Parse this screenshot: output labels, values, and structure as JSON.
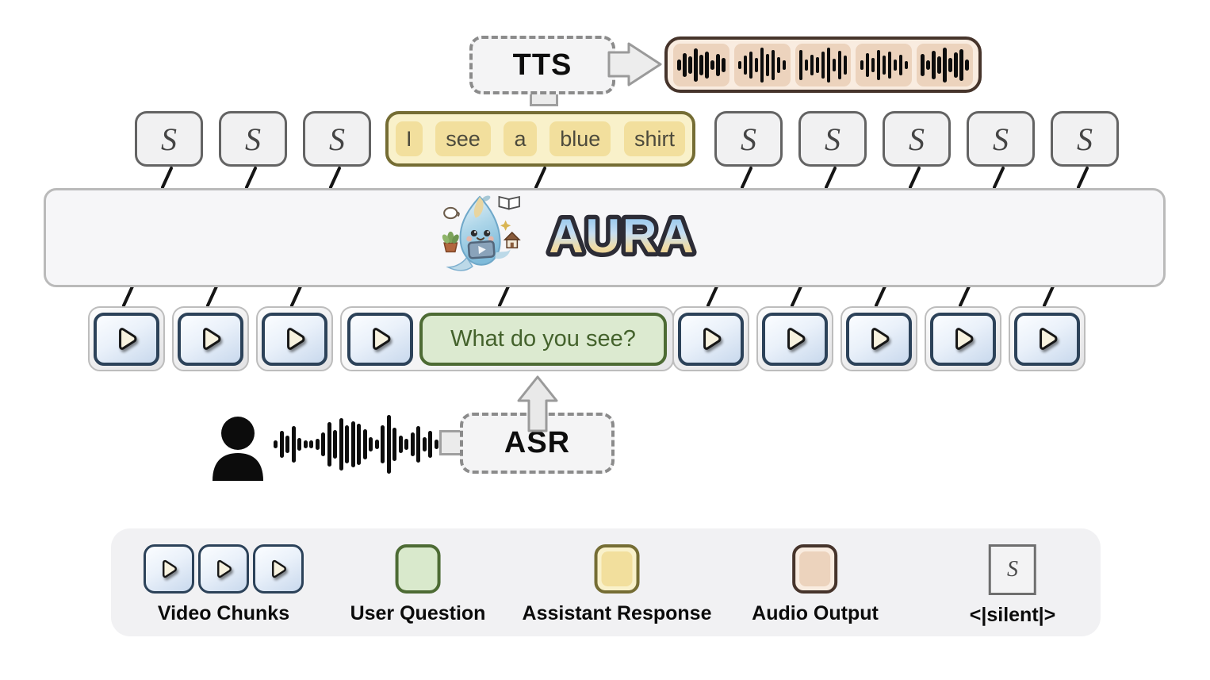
{
  "tts_module": {
    "label": "TTS"
  },
  "asr_module": {
    "label": "ASR"
  },
  "aura_model": {
    "logo_text": "AURA"
  },
  "silent_token_label": "S",
  "assistant_response": {
    "words": [
      "I",
      "see",
      "a",
      "blue",
      "shirt"
    ]
  },
  "user_question": {
    "text": "What do you see?"
  },
  "counts": {
    "left_silent_tokens": 3,
    "right_silent_tokens": 5,
    "left_video_chunks": 3,
    "grouped_video_chunks": 1,
    "right_video_chunks": 5,
    "audio_output_chips": 5
  },
  "audio_output": {
    "chip_waveforms": [
      [
        14,
        30,
        22,
        42,
        26,
        34,
        12,
        28,
        18
      ],
      [
        10,
        24,
        34,
        18,
        44,
        28,
        38,
        20,
        12
      ],
      [
        38,
        14,
        26,
        20,
        34,
        44,
        16,
        36,
        24
      ],
      [
        12,
        30,
        18,
        38,
        24,
        34,
        14,
        26,
        10
      ],
      [
        28,
        12,
        36,
        22,
        44,
        18,
        32,
        40,
        14
      ]
    ]
  },
  "user_speech_waveform": [
    10,
    34,
    22,
    46,
    16,
    10,
    10,
    14,
    30,
    56,
    36,
    66,
    48,
    58,
    52,
    38,
    18,
    12,
    48,
    74,
    42,
    22,
    14,
    30,
    46,
    18,
    34,
    12
  ],
  "legend": {
    "items": [
      {
        "label": "Video Chunks",
        "swatch": "video-chunk"
      },
      {
        "label": "User Question",
        "swatch": "green"
      },
      {
        "label": "Assistant Response",
        "swatch": "yellow"
      },
      {
        "label": "Audio Output",
        "swatch": "brown"
      },
      {
        "label": "<|silent|>",
        "swatch": "silent"
      }
    ]
  },
  "colors": {
    "video_chunk_border": "#2c4259",
    "video_chunk_fill": "#dce8f5",
    "user_question_border": "#4d6b34",
    "user_question_fill": "#dcead0",
    "assistant_response_border": "#756d34",
    "assistant_response_fill": "#f9f1ca",
    "assistant_response_chip": "#f2df9d",
    "audio_output_border": "#46342b",
    "audio_output_fill": "#f9ece0",
    "audio_output_chip": "#ecd3bd",
    "silent_token_border": "#636363",
    "connector_line": "#151515"
  }
}
